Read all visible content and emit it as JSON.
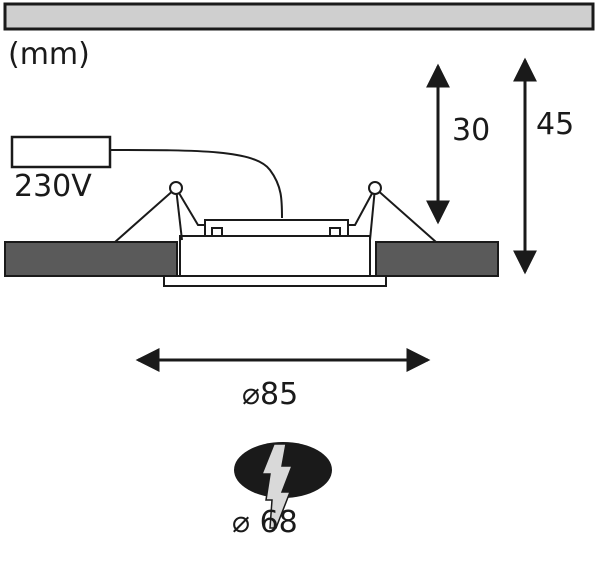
{
  "units": "(mm)",
  "voltage": "230V",
  "dimensions": {
    "depth_inner": "30",
    "depth_total": "45",
    "outer_diameter": "⌀85",
    "cutout_diameter": "⌀ 68"
  },
  "icons": {
    "cutout": "cutout-hole-icon",
    "cut_mark": "lightning-cut-icon"
  },
  "colors": {
    "line": "#1a1a1a",
    "ceiling_fill": "#5a5a5a",
    "top_bar_fill": "#cfcfcf"
  }
}
